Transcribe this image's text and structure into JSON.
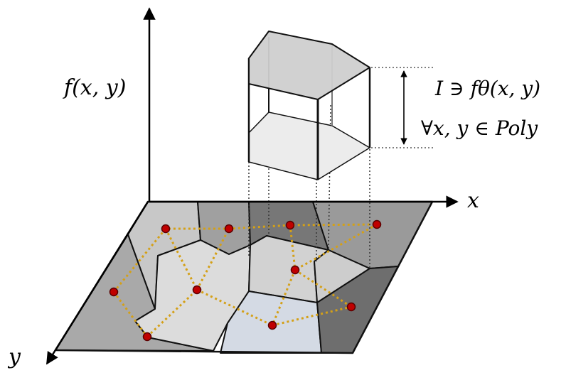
{
  "labels": {
    "f_axis": "f(x, y)",
    "x_axis": "x",
    "y_axis": "y",
    "interval_line1": "I ∋ fθ(x, y)",
    "interval_line2": "∀x, y ∈ Poly"
  },
  "colors": {
    "cell_dark": "#808080",
    "cell_mid": "#a9a9a9",
    "cell_light": "#cdcdcd",
    "cell_lighter": "#dedede",
    "cell_highlight": "#d4dae4",
    "prism_top": "#cfcfcf",
    "prism_bottom": "#ececec",
    "node_fill": "#c00000",
    "edge_dotted": "#d4a017"
  },
  "graph_nodes": [
    "n1",
    "n2",
    "n3",
    "n4",
    "n5",
    "n6",
    "n7",
    "n8",
    "n9",
    "n10"
  ]
}
